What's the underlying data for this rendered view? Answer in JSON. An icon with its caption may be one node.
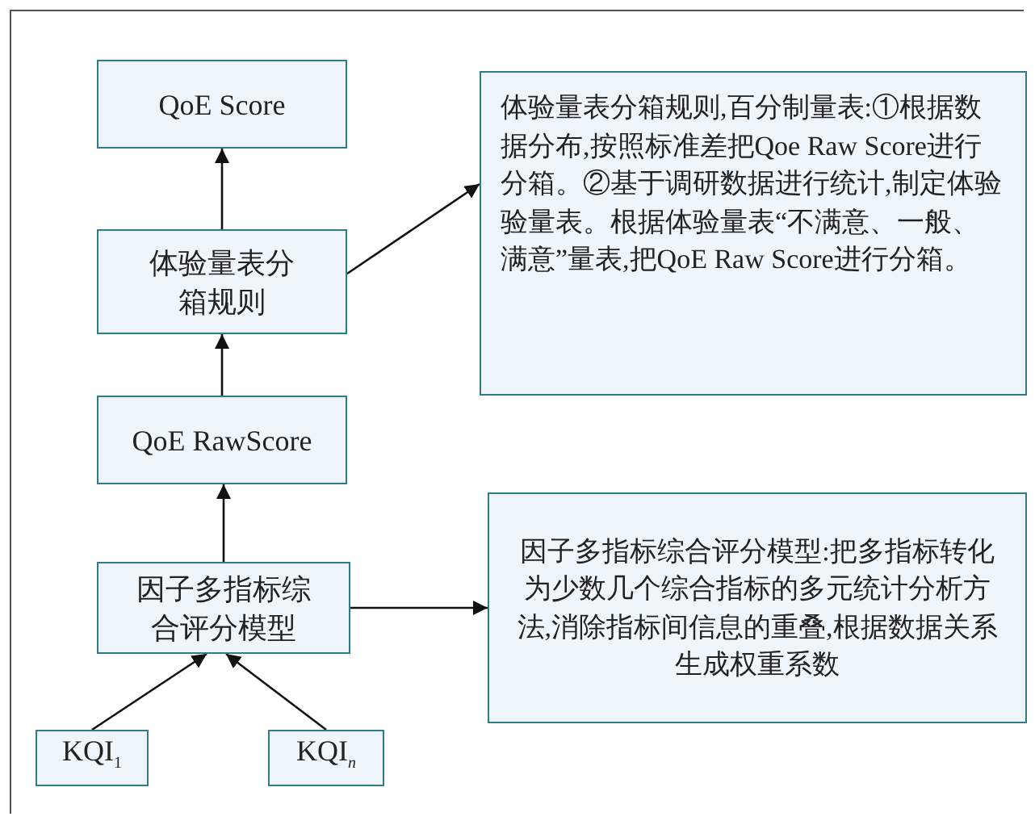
{
  "diagram": {
    "nodes": [
      {
        "text": [
          "QoE Score"
        ]
      },
      {
        "text": [
          "体验量表分箱规则"
        ]
      },
      {
        "text": [
          "体验量表分箱规则,百分制量表:①根据数据分布,按照标准差把Qoe Raw Score进行分箱。②基于调研数据进行统计,制定体验验量表。根据体验量表“不满意、一般、满意”量表,把QoE Raw Score进行分箱。"
        ]
      },
      {
        "text": [
          "QoE RawScore"
        ]
      },
      {
        "text": [
          "因子多指标综合评分模型"
        ]
      },
      {
        "text": [
          "因子多指标综合评分模型:把多指标转化为少数几个综合指标的多元统计分析方法,消除指标间信息的重叠,根据数据关系生成权重系数"
        ]
      },
      {
        "text": [
          "KQI$_{1}$"
        ]
      },
      {
        "text": [
          "KQI$_{n}$"
        ]
      }
    ],
    "edges": [
      {
        "from": 1,
        "to": 0,
        "arrow": "to"
      },
      {
        "from": 1,
        "to": 2,
        "arrow": "to"
      },
      {
        "from": 3,
        "to": 1,
        "arrow": "to"
      },
      {
        "from": 4,
        "to": 3,
        "arrow": "to"
      },
      {
        "from": 4,
        "to": 5,
        "arrow": "to"
      },
      {
        "from": 6,
        "to": 4,
        "arrow": "to"
      },
      {
        "from": 7,
        "to": 4,
        "arrow": "to"
      }
    ]
  }
}
